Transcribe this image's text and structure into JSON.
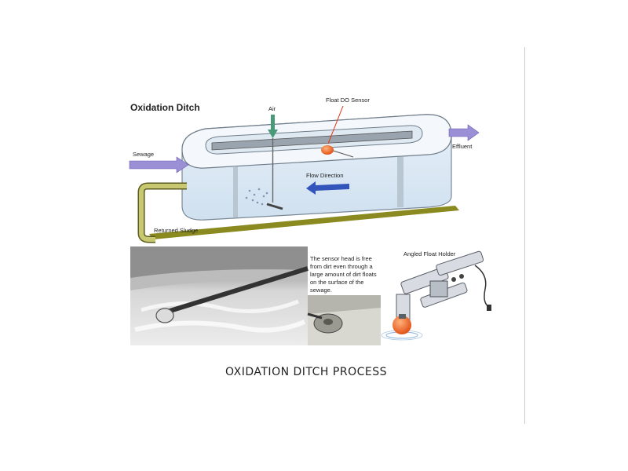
{
  "diagram": {
    "title": "Oxidation Ditch",
    "labels": {
      "air": "Air",
      "float_do_sensor": "Float DO Sensor",
      "sewage": "Sewage",
      "effluent": "Effluent",
      "flow_direction": "Flow Direction",
      "returned_sludge": "Returned Sludge",
      "angled_float_holder": "Angled Float Holder"
    },
    "sensor_note": "The sensor head is free from dirt even through a large amount of dirt floats on the surface of the sewage.",
    "colors": {
      "arrow_purple": "#9b8fd6",
      "air_green": "#4a9a7a",
      "sensor_orange": "#f05a1a",
      "flow_blue": "#3355bb",
      "sludge_olive": "#c8c870",
      "sludge_track": "#8a8a20"
    }
  },
  "caption": "OXIDATION DITCH PROCESS"
}
